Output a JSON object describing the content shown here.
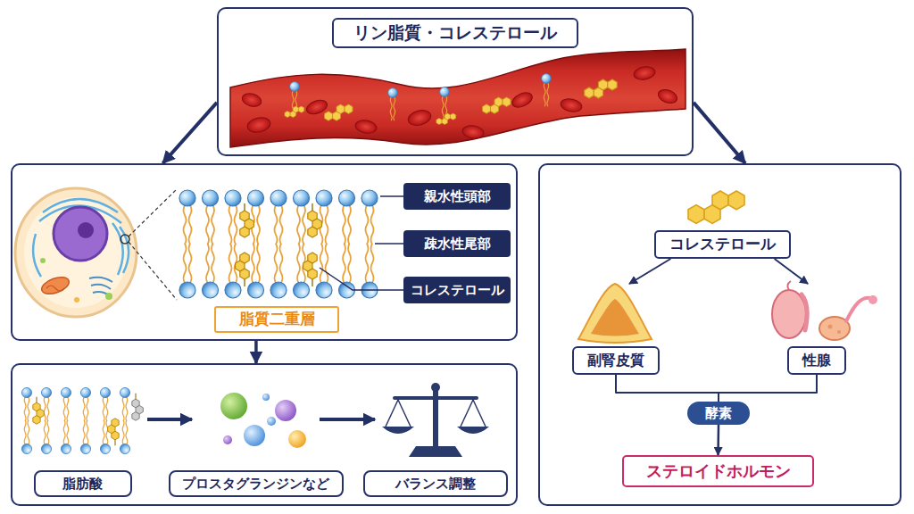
{
  "diagram": {
    "nodes": [
      {
        "text": [
          "リン脂質・コレステロール"
        ]
      },
      {
        "text": []
      },
      {
        "text": [
          "親水性頭部"
        ],
        "in": 1
      },
      {
        "text": [
          "疎水性尾部"
        ],
        "in": 1
      },
      {
        "text": [
          "コレステロール"
        ],
        "in": 1
      },
      {
        "text": [
          "脂質二重層"
        ],
        "in": 1
      },
      {
        "text": []
      },
      {
        "text": [
          "コレステロール"
        ],
        "in": 6
      },
      {
        "text": [
          "副腎皮質"
        ],
        "in": 6
      },
      {
        "text": [
          "性腺"
        ],
        "in": 6
      },
      {
        "text": [
          "酵素"
        ],
        "in": 6
      },
      {
        "text": [
          "ステロイドホルモン"
        ],
        "in": 6
      },
      {
        "text": []
      },
      {
        "text": [
          "脂肪酸"
        ],
        "in": 12
      },
      {
        "text": [
          "プロスタグランジンなど"
        ],
        "in": 12
      },
      {
        "text": [
          "バランス調整"
        ],
        "in": 12
      }
    ],
    "edges": [
      {
        "from": 0,
        "to": 1,
        "arrow": "to"
      },
      {
        "from": 0,
        "to": 6,
        "arrow": "to"
      },
      {
        "from": 1,
        "to": 12,
        "arrow": "to"
      },
      {
        "from": 7,
        "to": 8,
        "arrow": "to"
      },
      {
        "from": 7,
        "to": 9,
        "arrow": "to"
      },
      {
        "from": 8,
        "to": 10,
        "arrow": "none"
      },
      {
        "from": 9,
        "to": 10,
        "arrow": "none"
      },
      {
        "from": 10,
        "to": 11,
        "arrow": "to"
      },
      {
        "from": 13,
        "to": 14,
        "arrow": "to"
      },
      {
        "from": 14,
        "to": 15,
        "arrow": "to"
      }
    ]
  }
}
